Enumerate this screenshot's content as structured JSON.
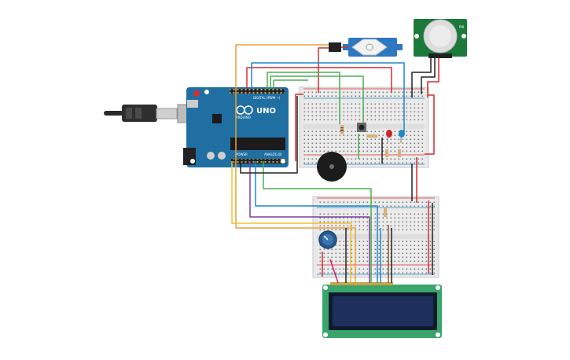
{
  "arduino": {
    "brand": "UNO",
    "maker_logo": "ARDUINO",
    "header_digital": "DIGITAL (PWM ~)",
    "header_analog": "ANALOG IN",
    "header_power": "POWER"
  },
  "pir": {
    "label": "PIR"
  },
  "lcd": {
    "text_line1": "",
    "text_line2": ""
  },
  "colors": {
    "arduino_board": "#1f6fa3",
    "breadboard": "#e9e9e9",
    "pir_board": "#1b7a3a",
    "lcd_board": "#3aa56b",
    "lcd_screen": "#1d2f5a",
    "servo": "#2e78c2",
    "wire_orange": "#e8a13a",
    "wire_red": "#d32f2f",
    "wire_blue": "#1e88c8",
    "wire_green": "#4caf50",
    "wire_purple": "#7b3fa0",
    "wire_black": "#222222",
    "wire_yellow": "#f2c230"
  },
  "icons": {
    "usb": "usb-plug-icon",
    "potentiometer": "knob-icon",
    "buzzer": "buzzer-icon",
    "pushbutton": "pushbutton-icon"
  }
}
